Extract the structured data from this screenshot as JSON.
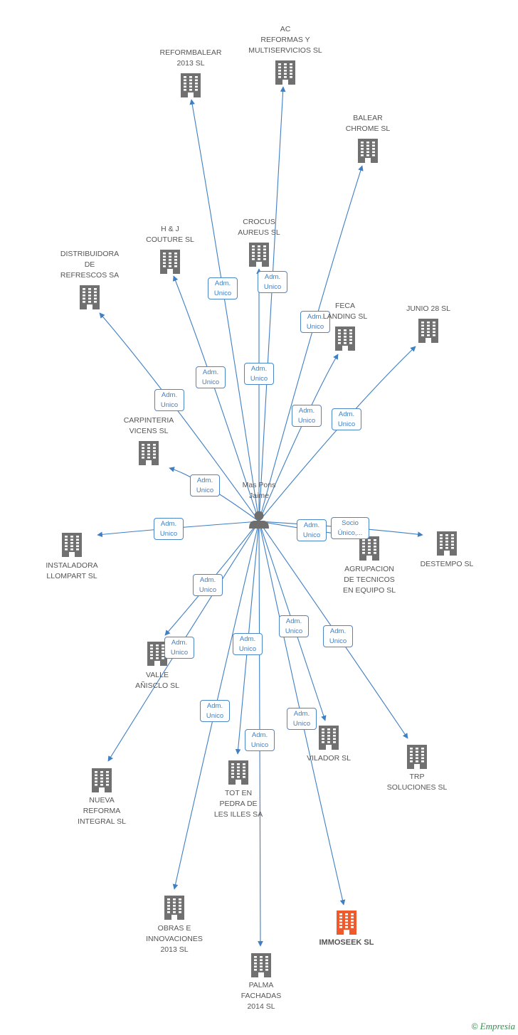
{
  "center": {
    "name": "Mas Pons\nJaime"
  },
  "companies": [
    {
      "id": "reformbalear",
      "label": "REFORMBALEAR\n2013 SL"
    },
    {
      "id": "ac",
      "label": "AC\nREFORMAS Y\nMULTISERVICIOS SL"
    },
    {
      "id": "balear",
      "label": "BALEAR\nCHROME SL"
    },
    {
      "id": "crocus",
      "label": "CROCUS\nAUREUS SL"
    },
    {
      "id": "hj",
      "label": "H & J\nCOUTURE  SL"
    },
    {
      "id": "distribuidora",
      "label": "DISTRIBUIDORA\nDE\nREFRESCOS SA"
    },
    {
      "id": "feca",
      "label": "FECA\nLANDING  SL"
    },
    {
      "id": "junio",
      "label": "JUNIO 28 SL"
    },
    {
      "id": "carpinteria",
      "label": "CARPINTERIA\nVICENS SL"
    },
    {
      "id": "instaladora",
      "label": "INSTALADORA\nLLOMPART  SL"
    },
    {
      "id": "agrupacion",
      "label": "AGRUPACION\nDE TECNICOS\nEN EQUIPO SL"
    },
    {
      "id": "destempo",
      "label": "DESTEMPO SL"
    },
    {
      "id": "valle",
      "label": "VALLE\nAÑISCLO SL"
    },
    {
      "id": "nueva",
      "label": "NUEVA\nREFORMA\nINTEGRAL SL"
    },
    {
      "id": "tot",
      "label": "TOT EN\nPEDRA DE\nLES ILLES SA"
    },
    {
      "id": "vilador",
      "label": "VILADOR SL"
    },
    {
      "id": "trp",
      "label": "TRP\nSOLUCIONES  SL"
    },
    {
      "id": "obras",
      "label": "OBRAS E\nINNOVACIONES\n2013 SL"
    },
    {
      "id": "immoseek",
      "label": "IMMOSEEK SL",
      "highlight": true
    },
    {
      "id": "palma",
      "label": "PALMA\nFACHADAS\n2014  SL"
    }
  ],
  "relations": [
    {
      "to": "reformbalear",
      "label": "Adm.\nUnico"
    },
    {
      "to": "ac",
      "label": "Adm.\nUnico"
    },
    {
      "to": "balear",
      "label": "Adm.\nUnico"
    },
    {
      "to": "crocus",
      "label": "Adm.\nUnico"
    },
    {
      "to": "hj",
      "label": "Adm.\nUnico"
    },
    {
      "to": "distribuidora",
      "label": "Adm.\nUnico"
    },
    {
      "to": "feca",
      "label": "Adm.\nUnico"
    },
    {
      "to": "junio",
      "label": "Adm.\nUnico"
    },
    {
      "to": "carpinteria",
      "label": "Adm.\nUnico"
    },
    {
      "to": "instaladora",
      "label": "Adm.\nUnico"
    },
    {
      "to": "agrupacion",
      "label": "Adm.\nUnico"
    },
    {
      "to": "destempo",
      "label": "Socio\nÚnico,..."
    },
    {
      "to": "valle",
      "label": "Adm.\nUnico"
    },
    {
      "to": "nueva",
      "label": "Adm.\nUnico"
    },
    {
      "to": "tot",
      "label": "Adm.\nUnico"
    },
    {
      "to": "vilador",
      "label": "Adm.\nUnico"
    },
    {
      "to": "trp",
      "label": "Adm.\nUnico"
    },
    {
      "to": "obras",
      "label": "Adm.\nUnico"
    },
    {
      "to": "immoseek",
      "label": "Adm.\nUnico"
    },
    {
      "to": "palma",
      "label": "Adm.\nUnico"
    }
  ],
  "colors": {
    "edge": "#3f7fc4",
    "building": "#707070",
    "highlight": "#f05a2a",
    "person": "#6e6e6e"
  },
  "footer": {
    "copyright": "©",
    "brand": "Empresia"
  }
}
